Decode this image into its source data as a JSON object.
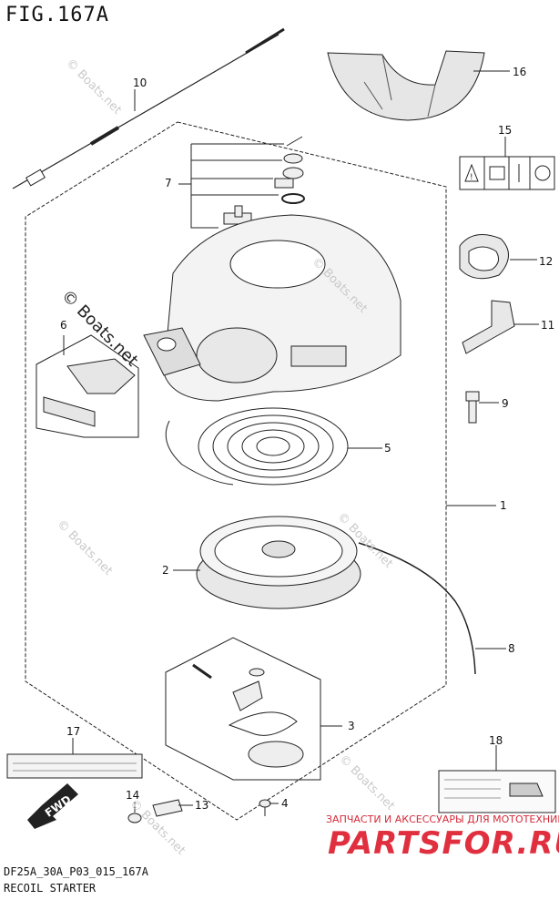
{
  "figure": {
    "title": "FIG.167A"
  },
  "footer": {
    "code": "DF25A_30A_P03_015_167A",
    "name": "RECOIL STARTER"
  },
  "callouts": [
    "1",
    "2",
    "3",
    "4",
    "5",
    "6",
    "7",
    "8",
    "9",
    "10",
    "11",
    "12",
    "13",
    "14",
    "15",
    "16",
    "17",
    "18"
  ],
  "watermark": {
    "text": "© Boats.net"
  },
  "branding": {
    "subtitle": "ЗАПЧАСТИ И АКСЕССУАРЫ ДЛЯ МОТОТЕХНИКИ",
    "name": "PARTSFOR.RU",
    "color": "#e0303f"
  },
  "fwd_label": "FWD",
  "icons": [
    "warning-icon",
    "manual-icon",
    "arrow-icon",
    "rope-icon",
    "oil-can-icon"
  ]
}
